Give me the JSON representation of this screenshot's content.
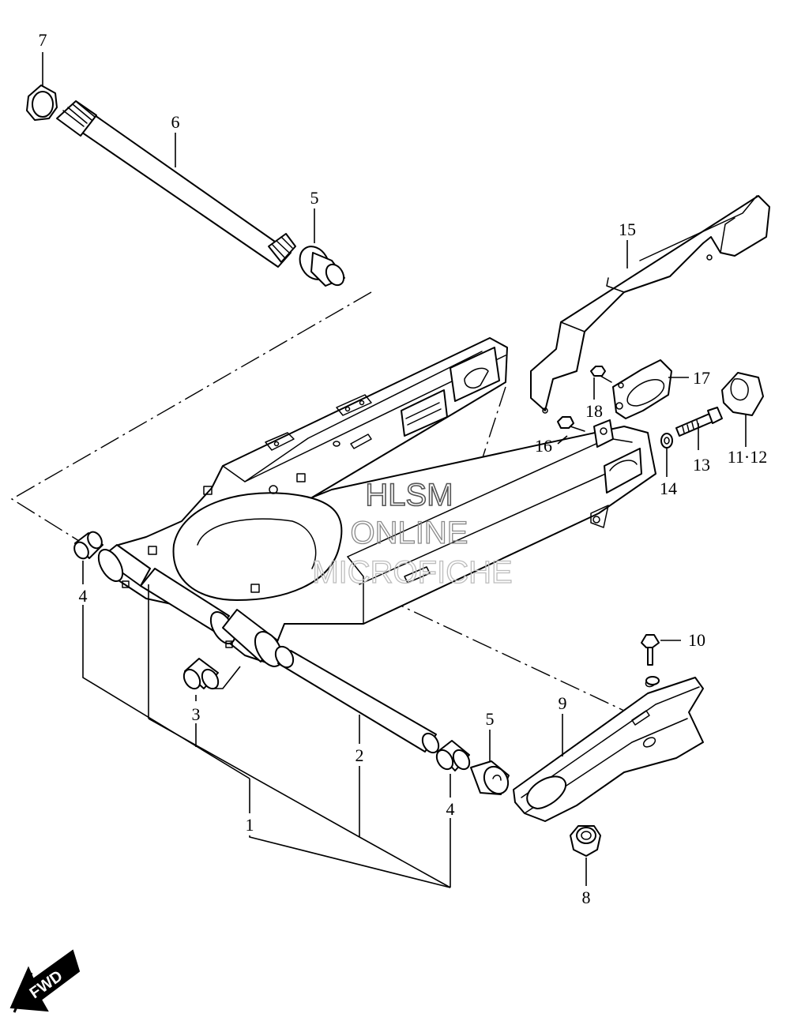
{
  "callouts": {
    "c1": "1",
    "c2": "2",
    "c3": "3",
    "c4a": "4",
    "c4b": "4",
    "c5a": "5",
    "c5b": "5",
    "c6": "6",
    "c7": "7",
    "c8": "8",
    "c9": "9",
    "c10": "10",
    "c11_12": "11·12",
    "c13": "13",
    "c14": "14",
    "c15": "15",
    "c16": "16",
    "c17": "17",
    "c18": "18"
  },
  "watermark": {
    "line1": "HLSM",
    "line2": "ONLINE",
    "line3": "MICROFICHE"
  },
  "fwd_badge": "FWD",
  "colors": {
    "line": "#000000",
    "background": "#ffffff"
  }
}
